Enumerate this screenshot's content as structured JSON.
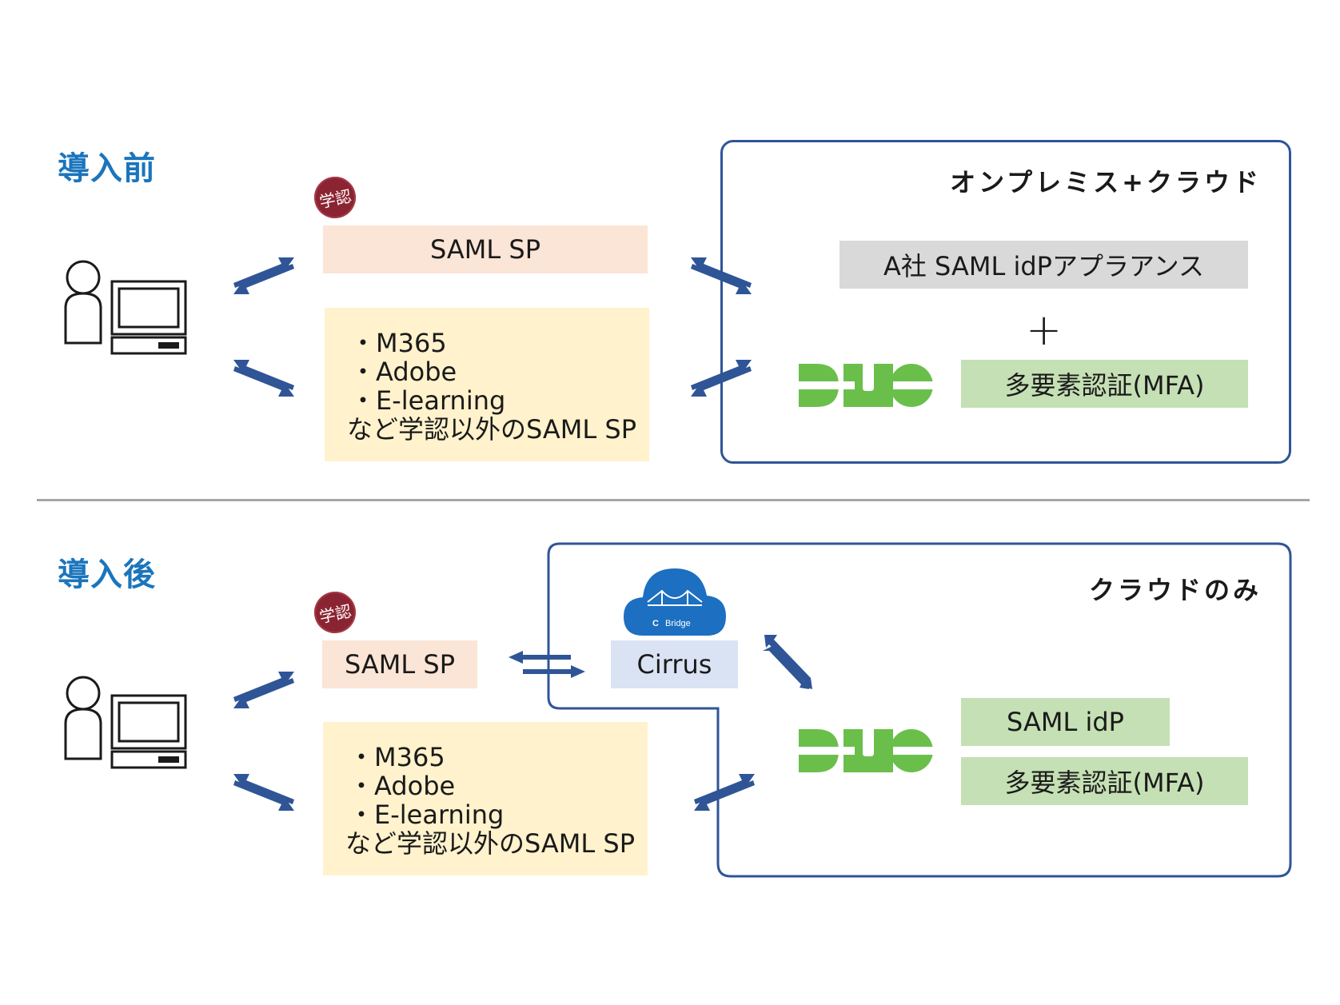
{
  "before": {
    "title": "導入前",
    "gakunin_badge": "学認",
    "saml_sp": "SAML SP",
    "other_sp": {
      "items": [
        "・M365",
        "・Adobe",
        "・E-learning"
      ],
      "footer": "など学認以外のSAML SP"
    },
    "region_label": "オンプレミス+クラウド",
    "appliance": "A社 SAML idPアプラアンス",
    "plus": "+",
    "duo_logo": "DUO",
    "mfa": "多要素認証(MFA)"
  },
  "after": {
    "title": "導入後",
    "gakunin_badge": "学認",
    "saml_sp": "SAML SP",
    "other_sp": {
      "items": [
        "・M365",
        "・Adobe",
        "・E-learning"
      ],
      "footer": "など学認以外のSAML SP"
    },
    "region_label": "クラウドのみ",
    "bridge_label": "Bridge",
    "cirrus": "Cirrus",
    "duo_logo": "DUO",
    "saml_idp": "SAML idP",
    "mfa": "多要素認証(MFA)"
  },
  "colors": {
    "section_title": "#1b75bc",
    "frame": "#2f5597",
    "arrow": "#2f5597",
    "duo_green": "#6abf4b",
    "sp_fill": "#fbe5d6",
    "list_fill": "#fff2cc",
    "green_fill": "#c5e0b4",
    "gray_fill": "#d9d9d9",
    "cirrus_fill": "#dae3f3",
    "cloud": "#1c6fc1",
    "gakunin": "#8b2432"
  },
  "icons": [
    "user-icon",
    "computer-icon",
    "gakunin-seal-icon",
    "duo-logo-icon",
    "bridge-cloud-icon",
    "bidirectional-arrow-icon"
  ]
}
